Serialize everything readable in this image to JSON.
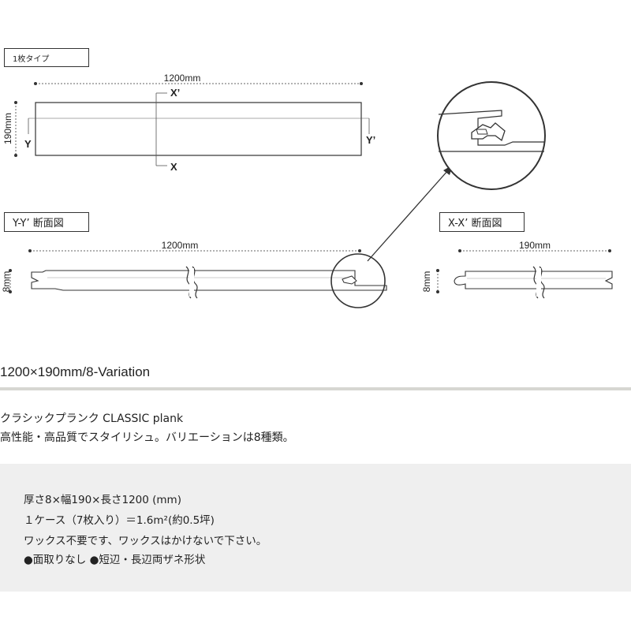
{
  "diagram": {
    "single_plank_label": "1枚タイプ",
    "top_view": {
      "length_dim": "1200mm",
      "width_dim": "190mm",
      "x_top": "X’",
      "x_bottom": "X",
      "y_left": "Y",
      "y_right": "Y’"
    },
    "yy_section": {
      "label": "Y-Y’ 断面図",
      "length_dim": "1200mm",
      "thickness_dim": "8mm"
    },
    "xx_section": {
      "label": "X-X’ 断面図",
      "width_dim": "190mm",
      "thickness_dim": "8mm"
    }
  },
  "subtitle": "1200×190mm/8-Variation",
  "product": {
    "name": "クラシックプランク CLASSIC plank",
    "tagline": "高性能・高品質でスタイリシュ。バリエーションは8種類。"
  },
  "specs": {
    "line1": "厚さ8×幅190×長さ1200 (mm)",
    "line2": "１ケース（7枚入り）＝1.6m²(約0.5坪)",
    "line3": "ワックス不要です、ワックスはかけないで下さい。",
    "line4": "●面取りなし ●短辺・長辺両ザネ形状"
  }
}
